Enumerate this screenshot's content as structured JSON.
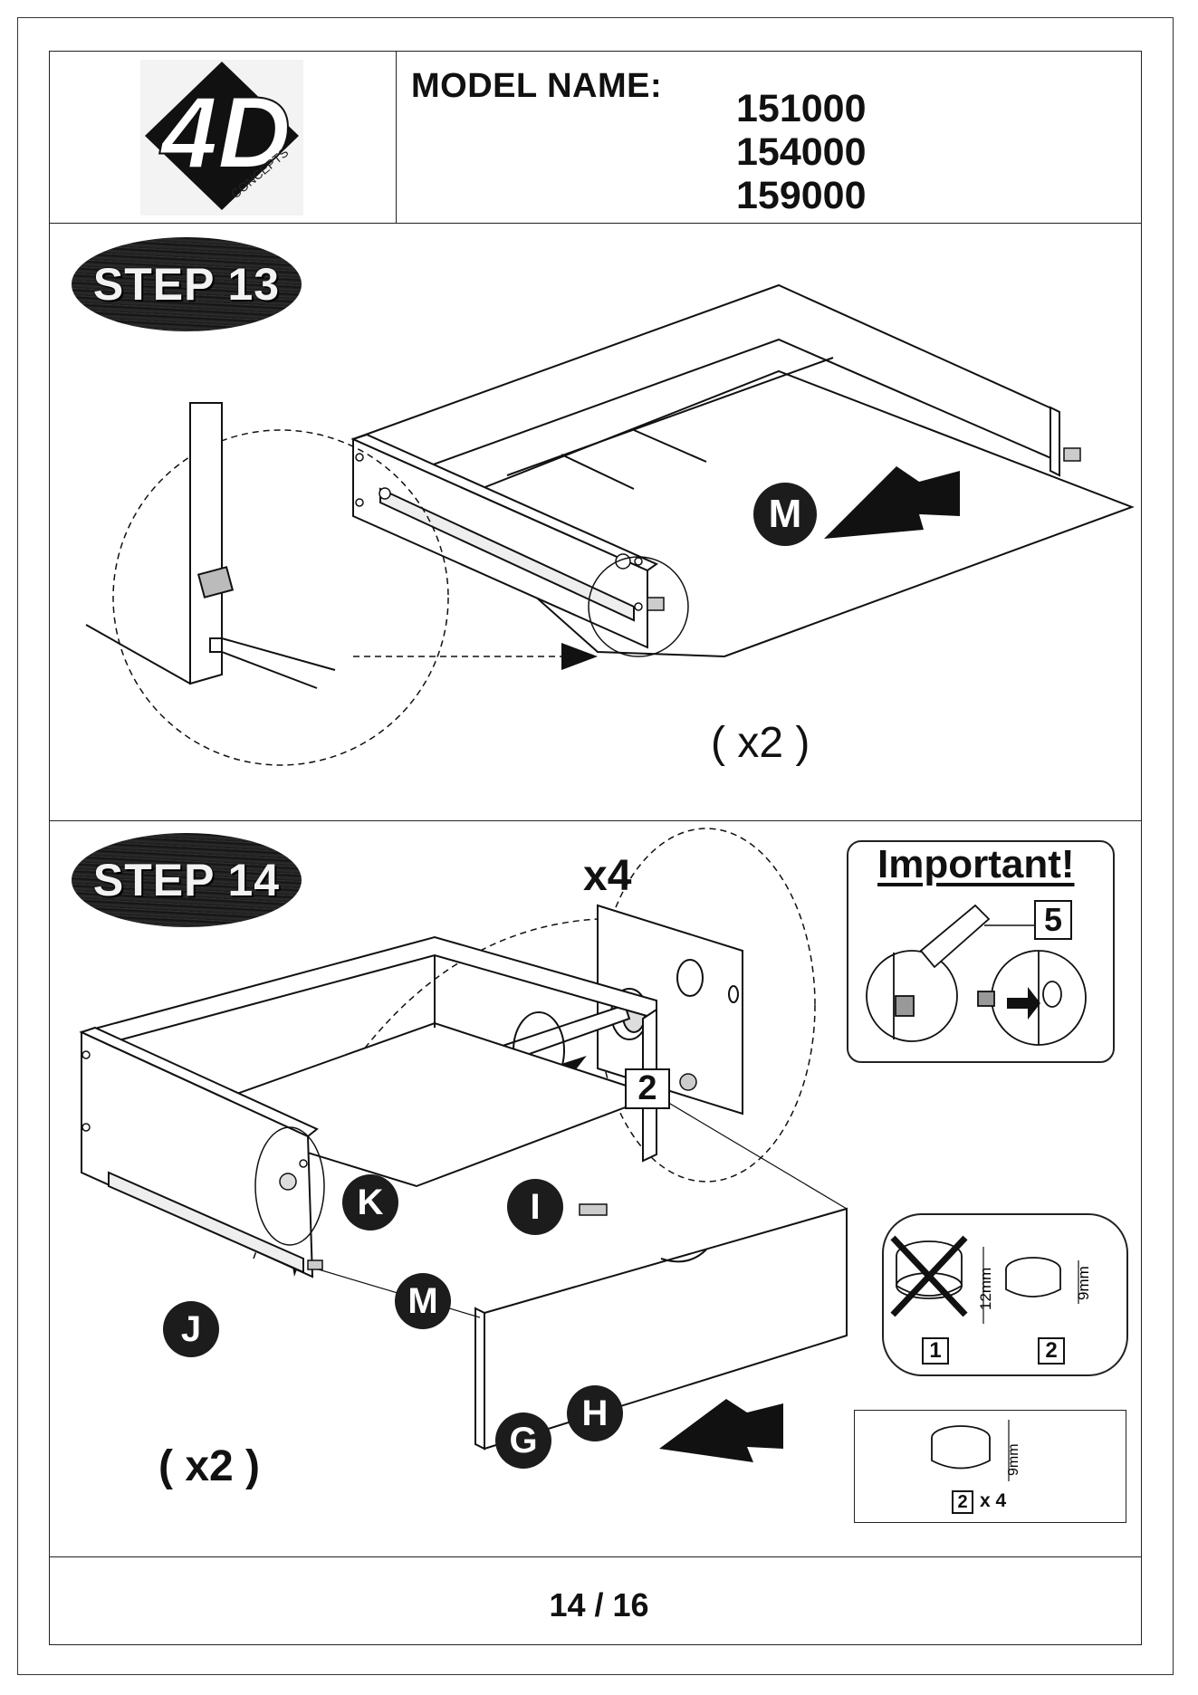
{
  "header": {
    "logo_text": "4D",
    "logo_subtext": "CONCEPTS",
    "model_label": "MODEL NAME:",
    "model_numbers": [
      "151000",
      "154000",
      "159000"
    ]
  },
  "step13": {
    "title": "STEP 13",
    "part_label": "M",
    "multiplier": "( x2 )"
  },
  "step14": {
    "title": "STEP 14",
    "detail_multiplier": "x4",
    "detail_part": "2",
    "important": {
      "title": "Important!",
      "part": "5"
    },
    "hardware": {
      "wrong_part": "1",
      "wrong_dim": "12mm",
      "right_part": "2",
      "right_dim": "9mm"
    },
    "hardware_count": {
      "part": "2",
      "qty": "x 4",
      "dim": "9mm"
    },
    "part_labels": {
      "K": "K",
      "I": "I",
      "J": "J",
      "M": "M",
      "G": "G",
      "H": "H"
    },
    "multiplier": "( x2 )"
  },
  "footer": {
    "page": "14 / 16"
  },
  "colors": {
    "ink": "#111111",
    "paper": "#ffffff",
    "badge_dark": "#1c1c1c"
  }
}
